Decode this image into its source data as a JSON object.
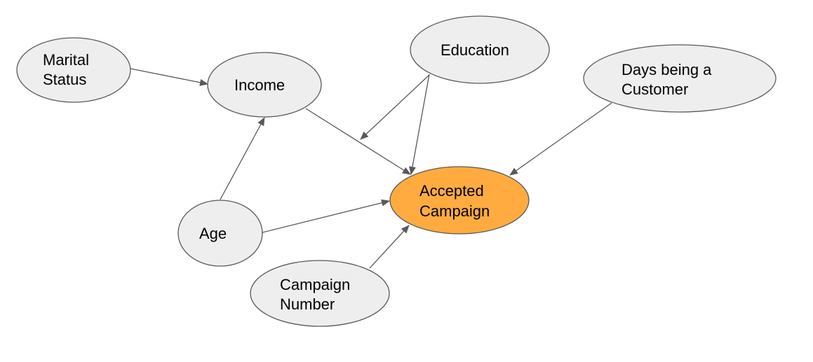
{
  "colors": {
    "node_fill": "#eeeeee",
    "target_fill": "#ffab40",
    "outline": "#595959",
    "text": "#000000"
  },
  "nodes": {
    "marital_status": {
      "line1": "Marital",
      "line2": "Status"
    },
    "income": {
      "label": "Income"
    },
    "education": {
      "label": "Education"
    },
    "days_customer": {
      "line1": "Days being a",
      "line2": "Customer"
    },
    "accepted_campaign": {
      "line1": "Accepted",
      "line2": "Campaign"
    },
    "age": {
      "label": "Age"
    },
    "campaign_number": {
      "line1": "Campaign",
      "line2": "Number"
    }
  },
  "edges": [
    {
      "from": "Marital Status",
      "to": "Income"
    },
    {
      "from": "Income",
      "to": "Accepted Campaign"
    },
    {
      "from": "Education",
      "to": "Accepted Campaign"
    },
    {
      "from": "Education",
      "to": "Income → Accepted Campaign edge"
    },
    {
      "from": "Days being a Customer",
      "to": "Accepted Campaign"
    },
    {
      "from": "Age",
      "to": "Income"
    },
    {
      "from": "Age",
      "to": "Accepted Campaign"
    },
    {
      "from": "Campaign Number",
      "to": "Accepted Campaign"
    }
  ]
}
